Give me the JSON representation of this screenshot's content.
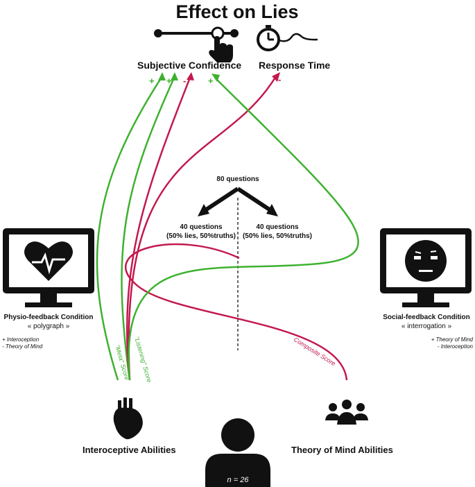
{
  "title": "Effect on Lies",
  "outcomes": {
    "confidence": "Subjective Confidence",
    "response_time": "Response Time"
  },
  "questions": {
    "total": "80 questions",
    "left_count": "40 questions",
    "left_ratio": "(50% lies, 50%truths)",
    "right_count": "40 questions",
    "right_ratio": "(50% lies, 50%truths)"
  },
  "conditions": {
    "physio": {
      "title": "Physio-feedback Condition",
      "subtitle": "« polygraph »",
      "plus": "+ Interoception",
      "minus": "- Theory of Mind"
    },
    "social": {
      "title": "Social-feedback Condition",
      "subtitle": "« interrogation »",
      "plus": "+ Theory of Mind",
      "minus": "- Interoception"
    }
  },
  "abilities": {
    "interoceptive": "Interoceptive Abilities",
    "tom": "Theory of Mind Abilities"
  },
  "participants": "n = 26",
  "scores": {
    "meta": "\"Meta\" Score",
    "listening": "\"Listening\" Score",
    "composite": "Composite Score"
  },
  "effects": {
    "c1": "+",
    "c2": "+",
    "c3": "-",
    "c4": "+",
    "rt": "-"
  },
  "colors": {
    "positive": "#3db12f",
    "negative": "#c2194e",
    "ink": "#111111"
  },
  "icons": [
    "slider-hand-icon",
    "stopwatch-icon",
    "heart-monitor-icon",
    "face-monitor-icon",
    "anatomical-heart-icon",
    "group-icon",
    "person-icon"
  ]
}
